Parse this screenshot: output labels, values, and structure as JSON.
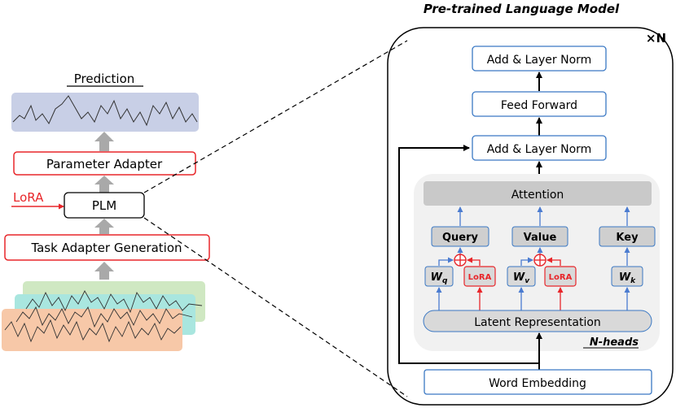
{
  "left": {
    "prediction_label": "Prediction",
    "parameter_adapter_label": "Parameter Adapter",
    "lora_label": "LoRA",
    "plm_label": "PLM",
    "task_adapter_label": "Task Adapter Generation"
  },
  "right": {
    "title": "Pre-trained Language Model",
    "repeat_label": "×N",
    "add_norm_top": "Add & Layer Norm",
    "feed_forward": "Feed Forward",
    "add_norm_mid": "Add & Layer Norm",
    "attention": "Attention",
    "query": "Query",
    "value": "Value",
    "key": "Key",
    "wq_base": "W",
    "wq_sub": "q",
    "wv_base": "W",
    "wv_sub": "v",
    "wk_base": "W",
    "wk_sub": "k",
    "lora_q": "LoRA",
    "lora_v": "LoRA",
    "latent": "Latent Representation",
    "nheads": "N-heads",
    "word_embedding": "Word Embedding"
  },
  "colors": {
    "red": "#e8262a",
    "blue": "#4a7bd0",
    "box_blue": "#3a78c4",
    "gray_arrow": "#a9a9a9"
  }
}
